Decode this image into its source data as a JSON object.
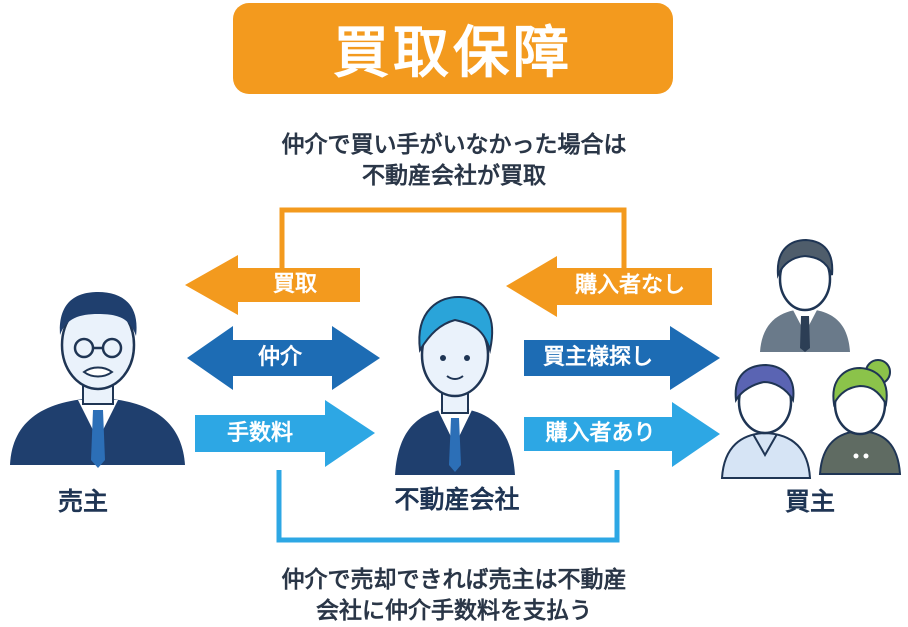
{
  "title": "買取保障",
  "top_caption": {
    "line1": "仲介で買い手がいなかった場合は",
    "line2": "不動産会社が買取"
  },
  "bottom_caption": {
    "line1": "仲介で売却できれば売主は不動産",
    "line2": "会社に仲介手数料を支払う"
  },
  "roles": {
    "seller": "売主",
    "agency": "不動産会社",
    "buyer": "買主"
  },
  "arrows": {
    "purchase": "買取",
    "brokerage": "仲介",
    "commission": "手数料",
    "no_buyer": "購入者なし",
    "buyer_search": "買主様探し",
    "buyer_found": "購入者あり"
  },
  "colors": {
    "title_orange": "#f39a1e",
    "arrow_orange": "#f39a1e",
    "arrow_dark_blue": "#1d6cb4",
    "arrow_light_blue": "#2da7e4",
    "line_orange": "#f39a1e",
    "line_blue": "#2da7e4",
    "suit_navy": "#1f3f6e"
  }
}
